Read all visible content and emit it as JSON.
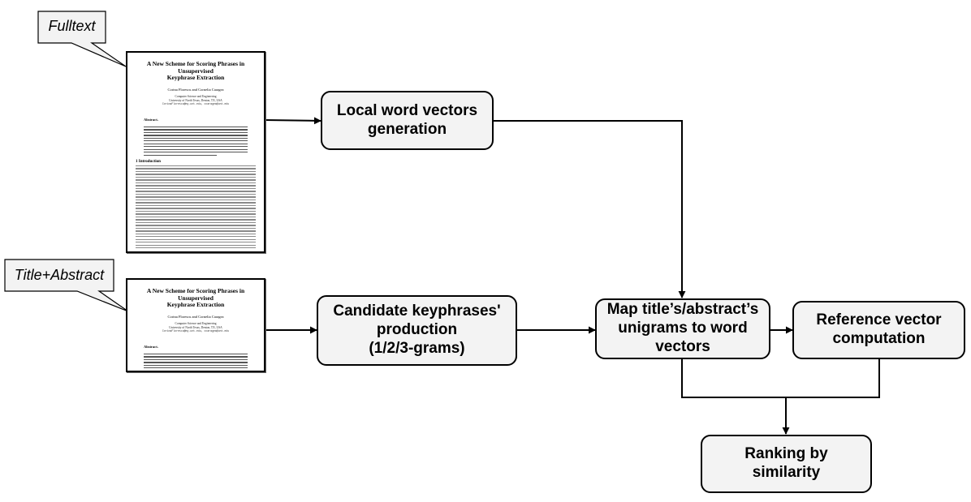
{
  "callouts": {
    "fulltext": "Fulltext",
    "title_abstract": "Title+Abstract"
  },
  "document": {
    "title_line1": "A New Scheme for Scoring Phrases in Unsupervised",
    "title_line2": "Keyphrase Extraction",
    "authors": "Corina Florescu and Cornelia Caragea",
    "affiliation_line1": "Computer Science and Engineering",
    "affiliation_line2": "University of North Texas, Denton, TX, USA",
    "email": "CorinaFlorescu@my.unt.edu, ccaragea@unt.edu",
    "abstract_label": "Abstract.",
    "section_heading": "1   Introduction"
  },
  "nodes": {
    "local_vectors": {
      "line1": "Local word vectors",
      "line2": "generation"
    },
    "candidates": {
      "line1": "Candidate keyphrases'",
      "line2": "production",
      "line3": "(1/2/3-grams)"
    },
    "map_unigrams": {
      "line1": "Map title’s/abstract’s",
      "line2": "unigrams to word",
      "line3": "vectors"
    },
    "reference_vector": {
      "line1": "Reference vector",
      "line2": "computation"
    },
    "ranking": {
      "line1": "Ranking by",
      "line2": "similarity"
    }
  }
}
